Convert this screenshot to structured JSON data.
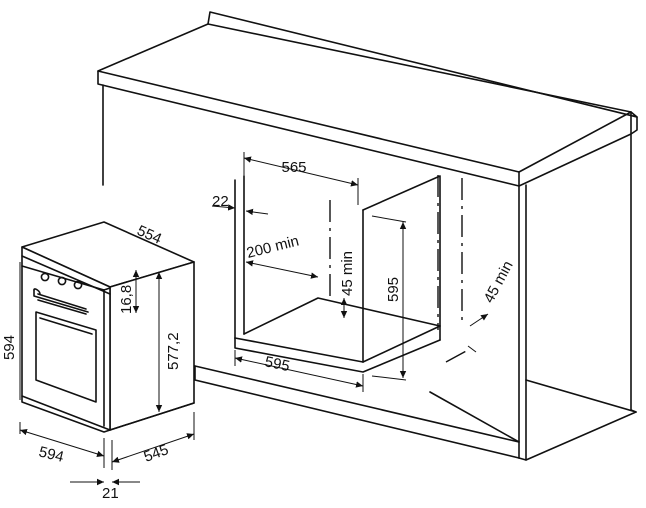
{
  "dimensions": {
    "niche_width": "565",
    "side_offset": "22",
    "rear_clearance": "200 min",
    "top_clearance": "45 min",
    "niche_height": "595",
    "side_clearance": "45 min",
    "front_width": "595",
    "oven_top_depth": "554",
    "panel_height": "16,8",
    "body_height": "577,2",
    "oven_height": "594",
    "oven_width": "594",
    "oven_depth": "545",
    "door_thickness": "21"
  }
}
